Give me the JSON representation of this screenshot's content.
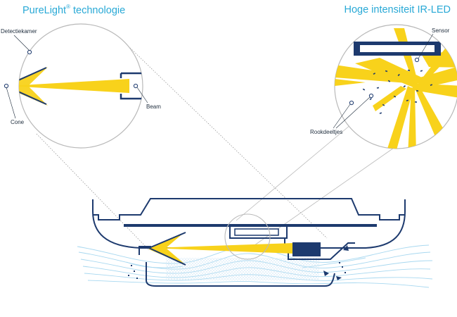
{
  "titles": {
    "left_main": "PureLight",
    "left_sup": "®",
    "left_rest": " technologie",
    "right": "Hoge intensiteit IR-LED"
  },
  "callouts": {
    "detectiekamer": "Detectiekamer",
    "cone": "Cone",
    "beam": "Beam",
    "sensor": "Sensor",
    "rookdeeltjes": "Rookdeeltjes"
  },
  "colors": {
    "title_blue": "#29a9d6",
    "navy": "#1d3a6e",
    "beam_yellow": "#f8d21b",
    "airflow_blue": "#a8d8f0",
    "circle_grey": "#b9b9b9",
    "dotted_grey": "#8a8a8a"
  }
}
